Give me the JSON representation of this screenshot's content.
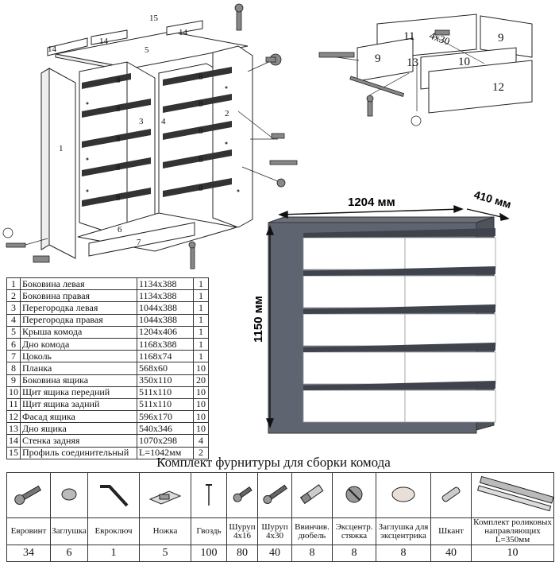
{
  "exploded_view": {
    "callouts": [
      "15",
      "14",
      "14",
      "14",
      "5",
      "8",
      "8",
      "8",
      "8",
      "8",
      "8",
      "8",
      "8",
      "8",
      "8",
      "1",
      "2",
      "3",
      "4",
      "6",
      "7"
    ]
  },
  "drawer_view": {
    "callouts": [
      "11",
      "9",
      "9",
      "13",
      "10",
      "12"
    ],
    "screw_label": "4x30"
  },
  "dimensions": {
    "width": "1204 мм",
    "depth": "410 мм",
    "height": "1150 мм"
  },
  "parts": [
    {
      "n": "1",
      "name": "Боковина левая",
      "dim": "1134x388",
      "q": "1"
    },
    {
      "n": "2",
      "name": "Боковина правая",
      "dim": "1134x388",
      "q": "1"
    },
    {
      "n": "3",
      "name": "Перегородка левая",
      "dim": "1044x388",
      "q": "1"
    },
    {
      "n": "4",
      "name": "Перегородка правая",
      "dim": "1044x388",
      "q": "1"
    },
    {
      "n": "5",
      "name": "Крыша комода",
      "dim": "1204x406",
      "q": "1"
    },
    {
      "n": "6",
      "name": "Дно комода",
      "dim": "1168x388",
      "q": "1"
    },
    {
      "n": "7",
      "name": "Цоколь",
      "dim": "1168x74",
      "q": "1"
    },
    {
      "n": "8",
      "name": "Планка",
      "dim": "568x60",
      "q": "10"
    },
    {
      "n": "9",
      "name": "Боковина ящика",
      "dim": "350x110",
      "q": "20"
    },
    {
      "n": "10",
      "name": "Щит ящика передний",
      "dim": "511x110",
      "q": "10"
    },
    {
      "n": "11",
      "name": "Щит ящика задний",
      "dim": "511x110",
      "q": "10"
    },
    {
      "n": "12",
      "name": "Фасад ящика",
      "dim": "596x170",
      "q": "10"
    },
    {
      "n": "13",
      "name": "Дно ящика",
      "dim": "540x346",
      "q": "10"
    },
    {
      "n": "14",
      "name": "Стенка задняя",
      "dim": "1070x298",
      "q": "4"
    },
    {
      "n": "15",
      "name": "Профиль соединительный",
      "dim": "L=1042мм",
      "q": "2"
    }
  ],
  "hardware": {
    "title": "Комплект фурнитуры для сборки комода",
    "items": [
      {
        "icon": "eurobolt-icon",
        "label": "Евровинт",
        "count": "34"
      },
      {
        "icon": "plug-icon",
        "label": "Заглушка",
        "count": "6"
      },
      {
        "icon": "eurokey-icon",
        "label": "Евроключ",
        "count": "1"
      },
      {
        "icon": "foot-icon",
        "label": "Ножка",
        "count": "5"
      },
      {
        "icon": "nail-icon",
        "label": "Гвоздь",
        "count": "100"
      },
      {
        "icon": "screw-short-icon",
        "label": "Шуруп 4х16",
        "count": "80"
      },
      {
        "icon": "screw-long-icon",
        "label": "Шуруп 4х30",
        "count": "40"
      },
      {
        "icon": "dowel-icon",
        "label": "Ввинчив. дюбель",
        "count": "8"
      },
      {
        "icon": "cam-icon",
        "label": "Эксцентр. стяжка",
        "count": "8"
      },
      {
        "icon": "cap-icon",
        "label": "Заглушка для эксцентрика",
        "count": "8"
      },
      {
        "icon": "pin-icon",
        "label": "Шкант",
        "count": "40"
      },
      {
        "icon": "rail-icon",
        "label": "Комплект роликовых направляющих L=350мм",
        "count": "10"
      }
    ]
  },
  "colors": {
    "body": "#5f6570",
    "body_dark": "#4d525b",
    "front": "#ffffff",
    "line": "#222222"
  }
}
